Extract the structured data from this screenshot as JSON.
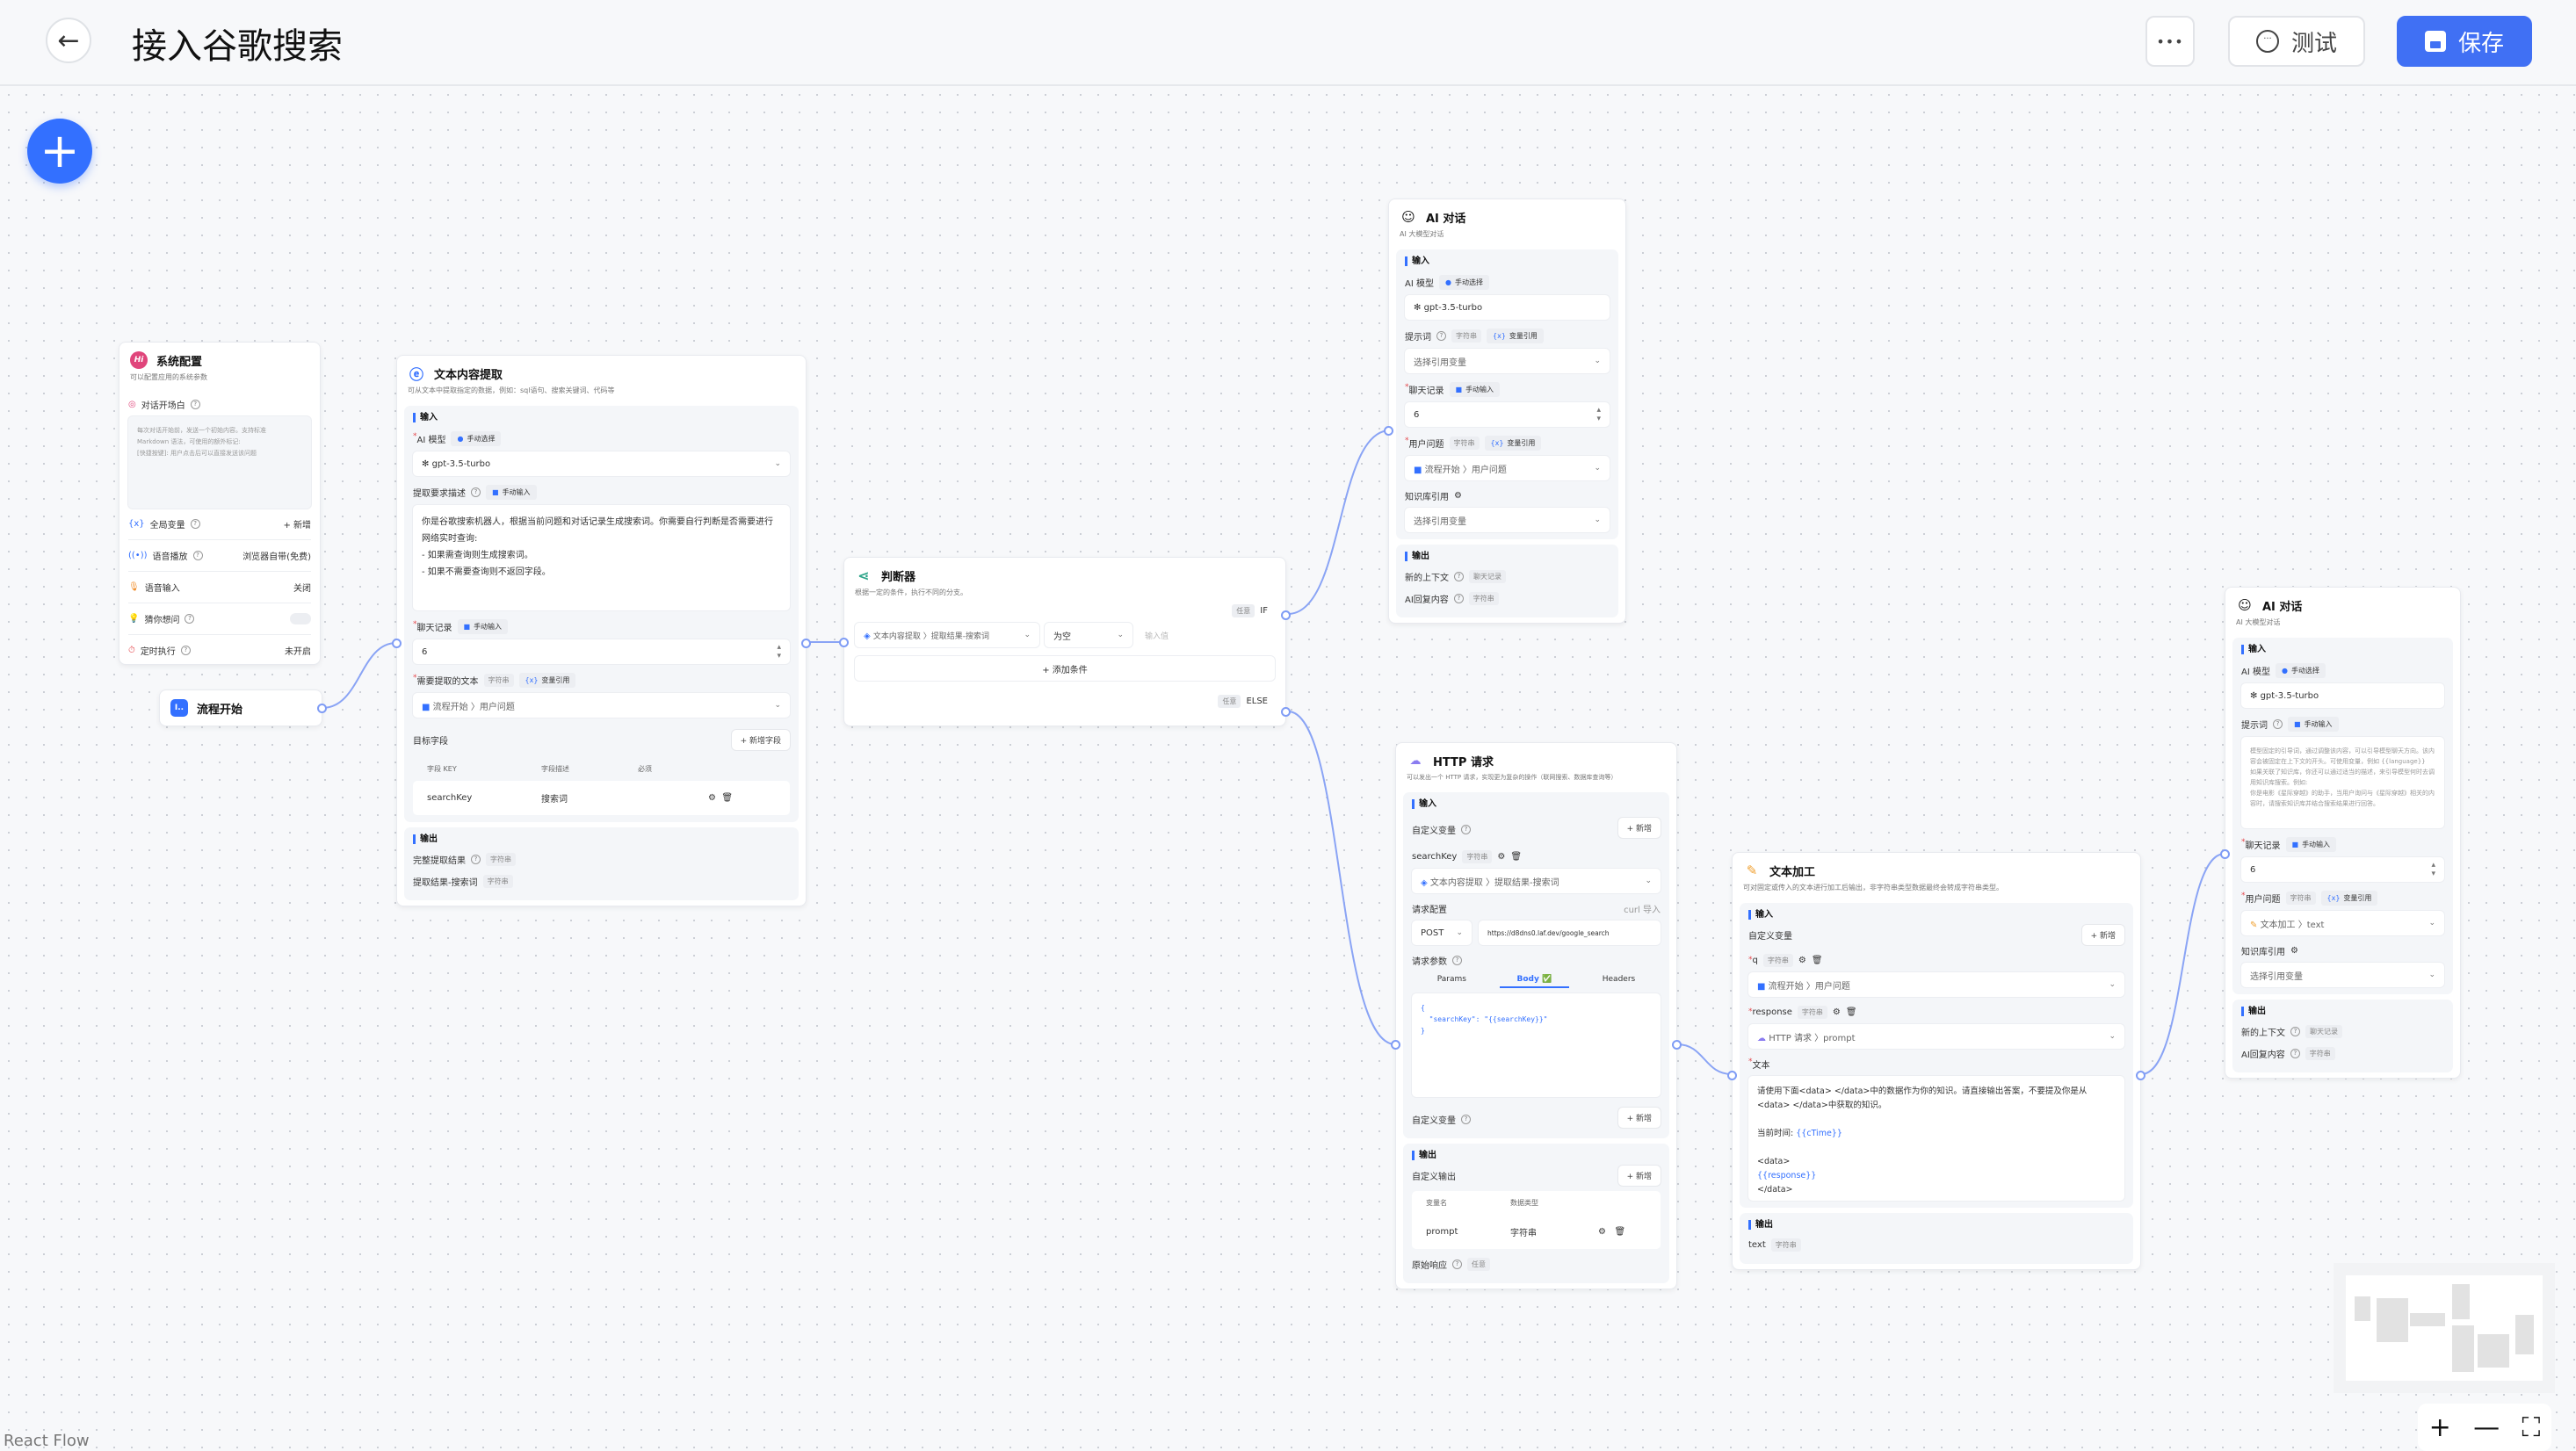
{
  "header": {
    "title": "接入谷歌搜索",
    "more_label": "•••",
    "test_label": "测试",
    "save_label": "保存"
  },
  "add_button": "+",
  "footer": {
    "react_flow": "React Flow"
  },
  "colors": {
    "accent": "#3370ff",
    "save": "#4070f4",
    "edge": "#8aa4f5"
  },
  "system_config": {
    "title": "系统配置",
    "desc": "可以配置应用的系统参数",
    "icon": "Hi",
    "opening_label": "对话开场白",
    "opening_placeholder": "每次对话开始前，发送一个初始内容。支持标准\nMarkdown 语法，可使用的额外标记:\n[快捷按键]: 用户点击后可以直接发送该问题",
    "rows": [
      {
        "label": "全局变量",
        "value": "+ 新增"
      },
      {
        "label": "语音播放",
        "value": "浏览器自带(免费)"
      },
      {
        "label": "语音输入",
        "value": "关闭"
      },
      {
        "label": "猜你想问",
        "value": ""
      },
      {
        "label": "定时执行",
        "value": "未开启"
      }
    ]
  },
  "flow_start": {
    "title": "流程开始"
  },
  "extract": {
    "title": "文本内容提取",
    "desc": "可从文本中提取指定的数据，例如：sql语句、搜索关键词、代码等",
    "input_title": "输入",
    "model_label": "AI 模型",
    "model_src": "手动选择",
    "model": "gpt-3.5-turbo",
    "desc_label": "提取要求描述",
    "desc_src": "手动输入",
    "desc_text": "你是谷歌搜索机器人，根据当前问题和对话记录生成搜索词。你需要自行判断是否需要进行网络实时查询:\n- 如果需查询则生成搜索词。\n- 如果不需要查询则不返回字段。",
    "history_label": "聊天记录",
    "history_src": "手动输入",
    "history": "6",
    "text_label": "需要提取的文本",
    "text_type": "字符串",
    "text_src": "变量引用",
    "text_value": "流程开始 〉用户问题",
    "fields_label": "目标字段",
    "add_field": "+ 新增字段",
    "columns": [
      "字段 KEY",
      "字段描述",
      "必须"
    ],
    "rows": [
      {
        "key": "searchKey",
        "desc": "搜索词"
      }
    ],
    "output_title": "输出",
    "outputs": [
      {
        "label": "完整提取结果",
        "type": "字符串"
      },
      {
        "label": "提取结果-搜索词",
        "type": "字符串"
      }
    ]
  },
  "judge": {
    "title": "判断器",
    "desc": "根据一定的条件，执行不同的分支。",
    "if_tag": "任意",
    "if_label": "IF",
    "condition_var": "文本内容提取 〉提取结果-搜索词",
    "condition_op": "为空",
    "condition_placeholder": "输入值",
    "add_condition": "+ 添加条件",
    "else_tag": "任意",
    "else_label": "ELSE"
  },
  "ai_chat_1": {
    "title": "AI 对话",
    "desc": "AI 大模型对话",
    "input_title": "输入",
    "model_label": "AI 模型",
    "model_src": "手动选择",
    "model": "gpt-3.5-turbo",
    "prompt_label": "提示词",
    "prompt_type": "字符串",
    "prompt_src": "变量引用",
    "prompt_value": "选择引用变量",
    "history_label": "聊天记录",
    "history_src": "手动输入",
    "history": "6",
    "question_label": "用户问题",
    "question_type": "字符串",
    "question_src": "变量引用",
    "question_value": "流程开始 〉用户问题",
    "kb_label": "知识库引用",
    "kb_value": "选择引用变量",
    "output_title": "输出",
    "outputs": [
      {
        "label": "新的上下文",
        "type": "聊天记录"
      },
      {
        "label": "AI回复内容",
        "type": "字符串"
      }
    ]
  },
  "http": {
    "title": "HTTP 请求",
    "desc": "可以发出一个 HTTP 请求，实现更为复杂的操作（联网搜索、数据库查询等）",
    "input_title": "输入",
    "custom_var_label": "自定义变量",
    "add": "+ 新增",
    "var_name": "searchKey",
    "var_type": "字符串",
    "var_value": "文本内容提取 〉提取结果-搜索词",
    "req_config_label": "请求配置",
    "curl_import": "curl 导入",
    "method": "POST",
    "url": "https://d8dns0.laf.dev/google_search",
    "params_label": "请求参数",
    "tabs": [
      "Params",
      "Body ✅",
      "Headers"
    ],
    "body": "{\n  \"searchKey\": \"{{searchKey}}\"\n}",
    "custom_var_label_2": "自定义变量",
    "output_title": "输出",
    "custom_output_label": "自定义输出",
    "columns": [
      "变量名",
      "数据类型"
    ],
    "rows": [
      {
        "name": "prompt",
        "type": "字符串"
      }
    ],
    "raw_label": "原始响应",
    "raw_type": "任意"
  },
  "text_proc": {
    "title": "文本加工",
    "desc": "可对固定或传入的文本进行加工后输出，非字符串类型数据最终会转成字符串类型。",
    "input_title": "输入",
    "custom_var_label": "自定义变量",
    "add": "+ 新增",
    "vars": [
      {
        "name": "q",
        "type": "字符串",
        "value": "流程开始 〉用户问题"
      },
      {
        "name": "response",
        "type": "字符串",
        "value": "HTTP 请求 〉prompt"
      }
    ],
    "text_label": "文本",
    "text_line1": "请使用下面<data> </data>中的数据作为你的知识。请直接输出答案，不要提及你是从<data> </data>中获取的知识。",
    "text_time": "当前时间: ",
    "text_time_var": "{{cTime}}",
    "text_open": "<data>",
    "text_resp_var": "{{response}}",
    "text_close": "</data>",
    "output_title": "输出",
    "output_name": "text",
    "output_type": "字符串"
  },
  "ai_chat_2": {
    "title": "AI 对话",
    "desc": "AI 大模型对话",
    "input_title": "输入",
    "model_label": "AI 模型",
    "model_src": "手动选择",
    "model": "gpt-3.5-turbo",
    "prompt_label": "提示词",
    "prompt_src": "手动输入",
    "prompt_placeholder": "模型固定的引导词，通过调整该内容，可以引导模型聊天方向。该内容会被固定在上下文的开头。可使用变量，例如 {{language}}\n如果关联了知识库，你还可以通过适当的描述，来引导模型何时去调用知识库搜索。例如:\n你是电影《星际穿越》的助手，当用户询问与《星际穿越》相关的内容时，请搜索知识库并结合搜索结果进行回答。",
    "history_label": "聊天记录",
    "history_src": "手动输入",
    "history": "6",
    "question_label": "用户问题",
    "question_type": "字符串",
    "question_src": "变量引用",
    "question_value": "文本加工 〉text",
    "kb_label": "知识库引用",
    "kb_value": "选择引用变量",
    "output_title": "输出",
    "outputs": [
      {
        "label": "新的上下文",
        "type": "聊天记录"
      },
      {
        "label": "AI回复内容",
        "type": "字符串"
      }
    ]
  },
  "controls": {
    "zoom_in": "+",
    "zoom_out": "—",
    "fit": "⛶"
  }
}
